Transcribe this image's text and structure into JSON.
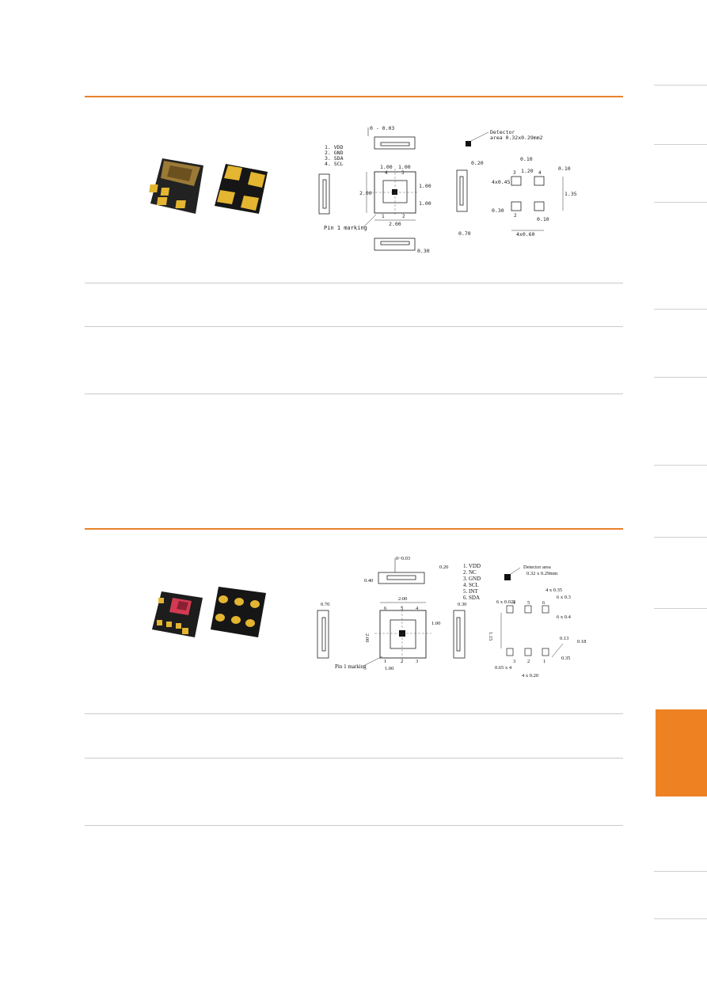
{
  "pkg1": {
    "pins": [
      "1. VDD",
      "2. GND",
      "3. SDA",
      "4. SCL"
    ],
    "detector": [
      "Detector",
      "area 0.32x0.29mm2"
    ],
    "flat": "0 - 0.03",
    "d100a": "1.00",
    "d100b": "1.00",
    "d100c": "1.00",
    "d100d": "1.00",
    "d200w": "2.00",
    "d200h": "2.00",
    "d020": "0.20",
    "d030": "0.30",
    "d070": "0.70",
    "d010a": "0.10",
    "d010b": "0.10",
    "d010c": "0.10",
    "d120": "1.20",
    "d4x045": "4x0.45",
    "d135": "1.35",
    "d030b": "0.30",
    "d4x060": "4x0.60",
    "pin1": "Pin 1 marking",
    "n1": "1",
    "n2": "2",
    "n3": "3",
    "n4": "4"
  },
  "pkg2": {
    "pins": [
      "1. VDD",
      "2. NC",
      "3. GND",
      "4. SCL",
      "5. INT",
      "6. SDA"
    ],
    "detector": [
      "Detector area",
      "0.32 x 0.29mm"
    ],
    "flat": "0~0.03",
    "d020": "0.20",
    "d040": "0.40",
    "d070": "0.70",
    "d200w": "2.00",
    "d200h": "2.00",
    "d100r": "1.00",
    "d100b": "1.00",
    "d030": "0.30",
    "pin1": "Pin 1 marking",
    "d4x035": "4 x 0.35",
    "d6x03": "6 x 0.3",
    "d6x0025": "6 x 0.025",
    "d6x04": "6 x 0.4",
    "d115": "1.15",
    "d013": "0.13",
    "d018": "0.18",
    "d035": "0.35",
    "d065x4": "0.65 x 4",
    "d4x020": "4 x 0.20",
    "n1": "1",
    "n2": "2",
    "n3": "3",
    "n4": "4",
    "n5": "5",
    "n6": "6",
    "b1": "1",
    "b2": "2",
    "b3": "3",
    "b4": "4",
    "b5": "5",
    "b6": "6"
  },
  "colors": {
    "accent": "#ee8223",
    "rule": "#e8822a",
    "pad": "#e3b530",
    "chip": "#1b1b1b"
  }
}
